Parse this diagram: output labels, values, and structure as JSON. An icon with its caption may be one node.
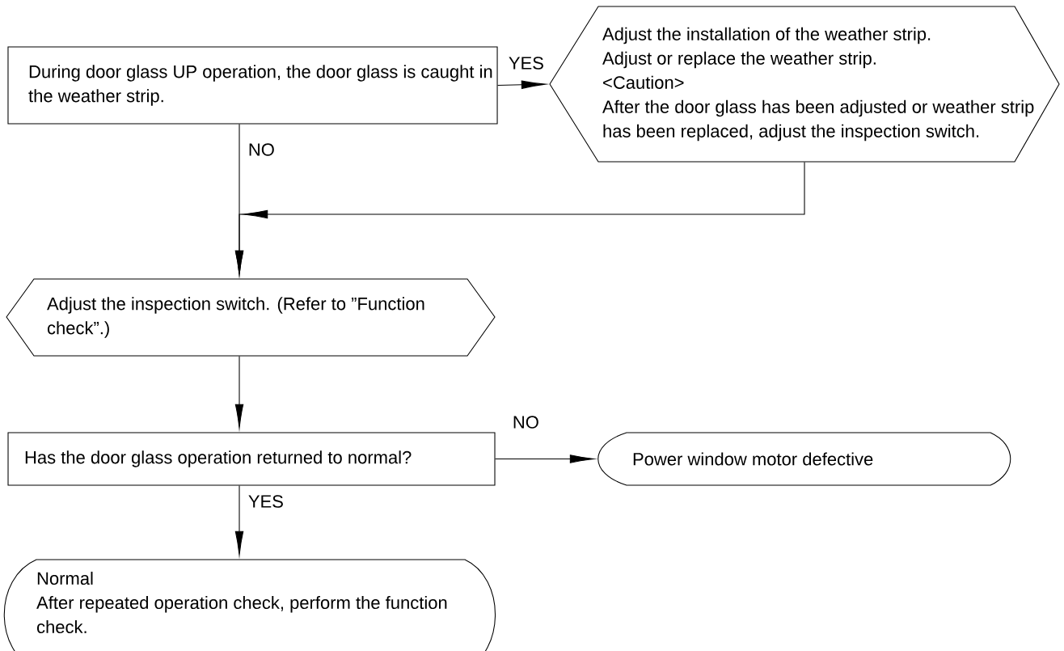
{
  "diagram": {
    "nodes": [
      {
        "text": [
          "During door glass UP operation, the door glass is caught in the weather strip."
        ]
      },
      {
        "text": [
          "Adjust the installation of the weather strip.",
          "Adjust or replace the weather strip.",
          "<Caution>",
          "After the door glass has been adjusted or weather strip has been replaced, adjust the inspection switch."
        ]
      },
      {
        "text": [
          "Adjust the inspection switch. (Refer to ”Function check”.)"
        ]
      },
      {
        "text": [
          "Has the door glass operation returned to normal?"
        ]
      },
      {
        "text": [
          "Power window motor defective"
        ]
      },
      {
        "text": [
          "Normal",
          "After repeated operation check, perform the function check."
        ]
      }
    ],
    "edges": [
      {
        "from": 0,
        "to": 1,
        "arrow": "to",
        "label": "YES"
      },
      {
        "from": 0,
        "to": 2,
        "arrow": "to",
        "label": "NO"
      },
      {
        "from": 1,
        "to": 2,
        "arrow": "to"
      },
      {
        "from": 2,
        "to": 3,
        "arrow": "to"
      },
      {
        "from": 3,
        "to": 4,
        "arrow": "to",
        "label": "NO"
      },
      {
        "from": 3,
        "to": 5,
        "arrow": "to",
        "label": "YES"
      }
    ]
  }
}
